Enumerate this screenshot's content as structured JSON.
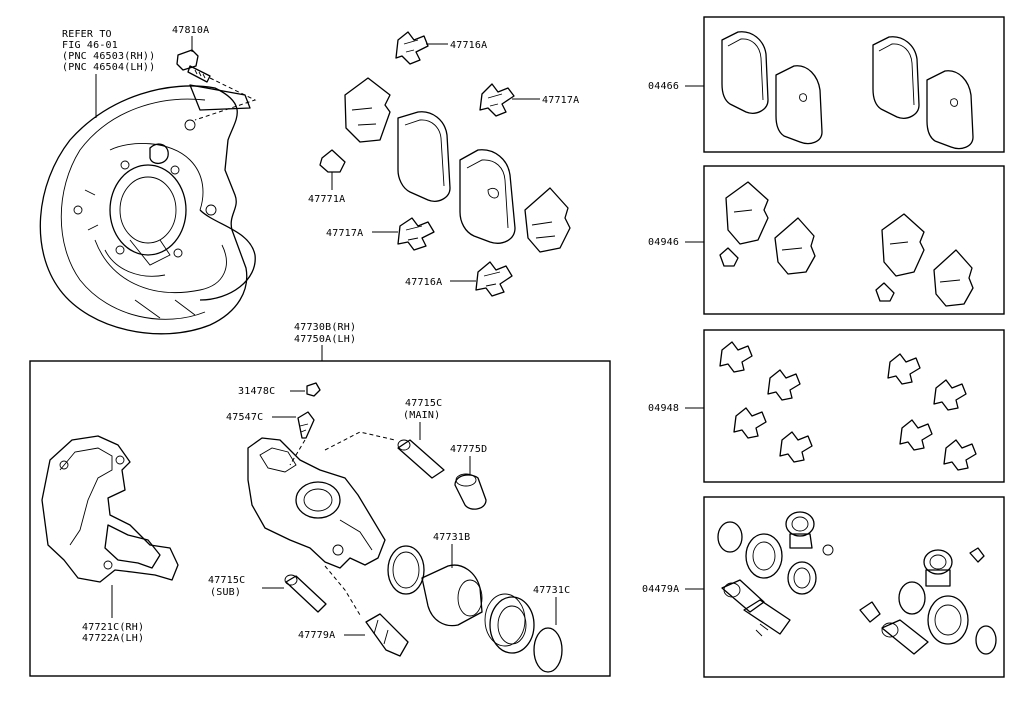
{
  "labels": {
    "refer_line1": "REFER TO",
    "refer_line2": "FIG 46-01",
    "refer_line3": "(PNC 46503(RH))",
    "refer_line4": "(PNC 46504(LH))",
    "bolt": "47810A",
    "anti_squeal_a_top": "47716A",
    "anti_squeal_b_top": "47717A",
    "wear_indicator": "47771A",
    "anti_squeal_b_mid": "47717A",
    "anti_squeal_a_bottom": "47716A",
    "cyl_assy_rh": "47730B(RH)",
    "cyl_assy_lh": "47750A(LH)",
    "bleeder_cap": "31478C",
    "bleeder_plug": "47547C",
    "slide_pin_main": "47715C",
    "slide_pin_main_note": "(MAIN)",
    "bush_boot": "47775D",
    "piston_seal": "47731B",
    "pin_sub": "47715C",
    "pin_sub_note": "(SUB)",
    "cylinder_boot": "47731C",
    "slide_bush_boot": "47779A",
    "mounting_rh": "47721C(RH)",
    "mounting_lh": "47722A(LH)",
    "kit_pads": "04466",
    "kit_shims": "04946",
    "kit_fitting": "04948",
    "kit_cylinder": "04479A"
  }
}
